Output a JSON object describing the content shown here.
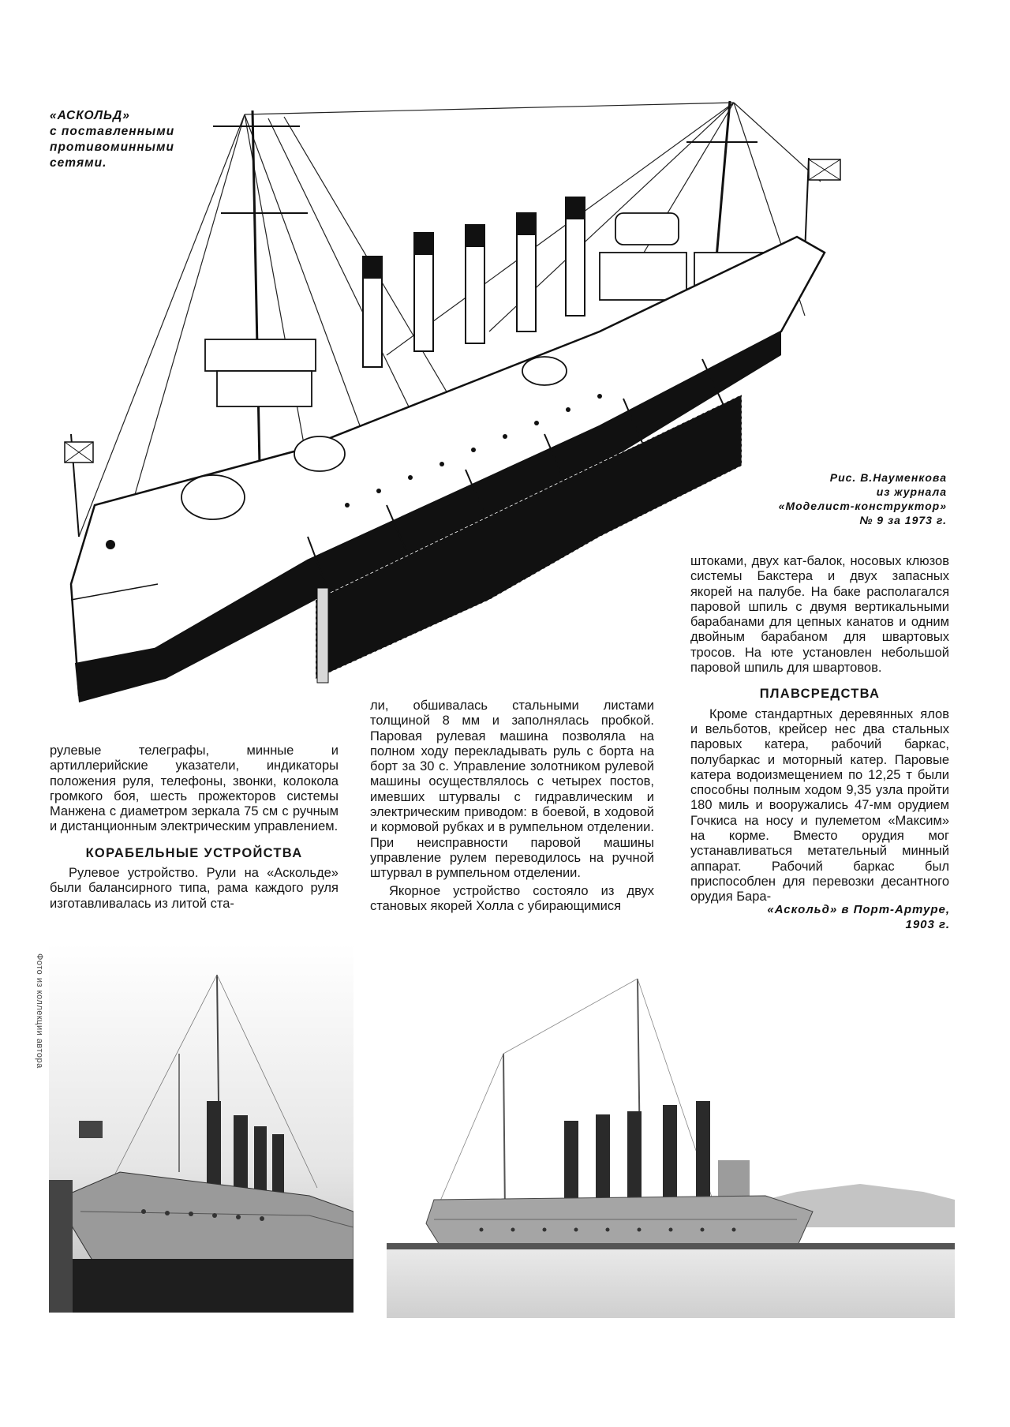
{
  "drawing": {
    "caption_lines": [
      "«АСКОЛЬД»",
      "с поставленными",
      "противоминными",
      "сетями."
    ],
    "credit_lines": [
      "Рис. В.Науменкова",
      "из журнала",
      "«Моделист-конструктор»",
      "№ 9 за 1973 г."
    ]
  },
  "column_right_top": {
    "paragraphs": [
      "штоками, двух кат-балок, носовых клюзов системы Бакстера и двух запасных якорей на палубе. На баке располагался паровой шпиль с двумя вертикальными барабанами для цепных канатов и одним двойным барабаном для швартовых тросов. На юте установлен небольшой паровой шпиль для швартовов."
    ],
    "heading": "ПЛАВСРЕДСТВА",
    "paragraphs_after": [
      "Кроме стандартных деревянных ялов и вельботов, крейсер нес два стальных паровых катера, рабочий баркас, полубаркас и моторный катер. Паровые катера водоизмещением по 12,25 т были способны полным ходом 9,35 узла пройти 180 миль и вооружались 47-мм орудием Гочкиса на носу и пулеметом «Максим» на корме. Вместо орудия мог устанавливаться метательный минный аппарат. Рабочий баркас был приспособлен для перевозки десантного орудия Бара-"
    ]
  },
  "column_left": {
    "paragraph_continued": "рулевые телеграфы, минные и артиллерийские указатели, индикаторы положения руля, телефоны, звонки, колокола громкого боя, шесть прожекторов системы Манжена с диаметром зеркала 75 см с ручным и дистанционным электрическим управлением.",
    "heading": "КОРАБЕЛЬНЫЕ УСТРОЙСТВА",
    "paragraph": "Рулевое устройство. Рули на «Аскольде» были балансирного типа, рама каждого руля изготавливалась из литой ста-"
  },
  "column_middle": {
    "paragraph_continued": "ли, обшивалась стальными листами толщиной 8 мм и заполнялась пробкой. Паровая рулевая машина позволяла на полном ходу перекладывать руль с борта на борт за 30 с. Управление золотником рулевой машины осуществлялось с четырех постов, имевших штурвалы с гидравлическим и электрическим приводом: в боевой, в ходовой и кормовой рубках и в румпельном отделении. При неисправности паровой машины управление рулем переводилось на ручной штурвал в румпельном отделении.",
    "paragraph": "Якорное устройство состояло из двух становых якорей Холла с убирающимися"
  },
  "photo_right": {
    "caption_lines": [
      "«Аскольд» в Порт-Артуре,",
      "1903 г."
    ]
  },
  "photo_left": {
    "side_credit": "Фото из коллекции автора"
  }
}
